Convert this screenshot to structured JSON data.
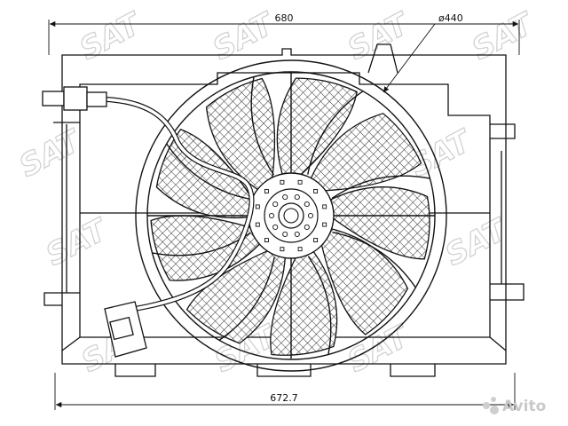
{
  "dimensions": {
    "top_width": "680",
    "bottom_width": "672.7",
    "fan_diameter": "ø440"
  },
  "watermark": {
    "brand": "SAT",
    "site": "Avito"
  }
}
